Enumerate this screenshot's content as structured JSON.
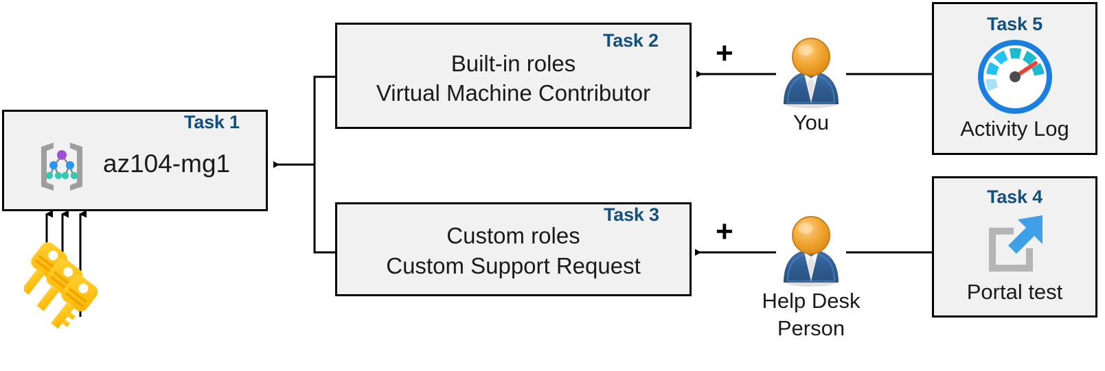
{
  "diagram": {
    "title": "Azure RBAC task diagram",
    "accent_color": "#12507e",
    "box_fill": "#f1f1f1",
    "box_border": "#000000",
    "connector_color": "#000000"
  },
  "nodes": {
    "task1": {
      "label": "Task 1",
      "text": "az104-mg1",
      "icon": "management-group-icon"
    },
    "task2": {
      "label": "Task 2",
      "line1": "Built-in roles",
      "line2": "Virtual Machine Contributor"
    },
    "task3": {
      "label": "Task 3",
      "line1": "Custom roles",
      "line2": "Custom Support Request"
    },
    "task4": {
      "label": "Task 4",
      "caption": "Portal test",
      "icon": "external-link-icon"
    },
    "task5": {
      "label": "Task 5",
      "caption": "Activity Log",
      "icon": "gauge-icon"
    }
  },
  "actors": {
    "you": {
      "caption": "You",
      "icon": "user-icon",
      "plus": "+"
    },
    "helpdesk": {
      "caption_line1": "Help Desk",
      "caption_line2": "Person",
      "icon": "user-icon",
      "plus": "+"
    }
  },
  "decorations": {
    "keys": {
      "icon": "keys-icon",
      "count": 3
    }
  }
}
